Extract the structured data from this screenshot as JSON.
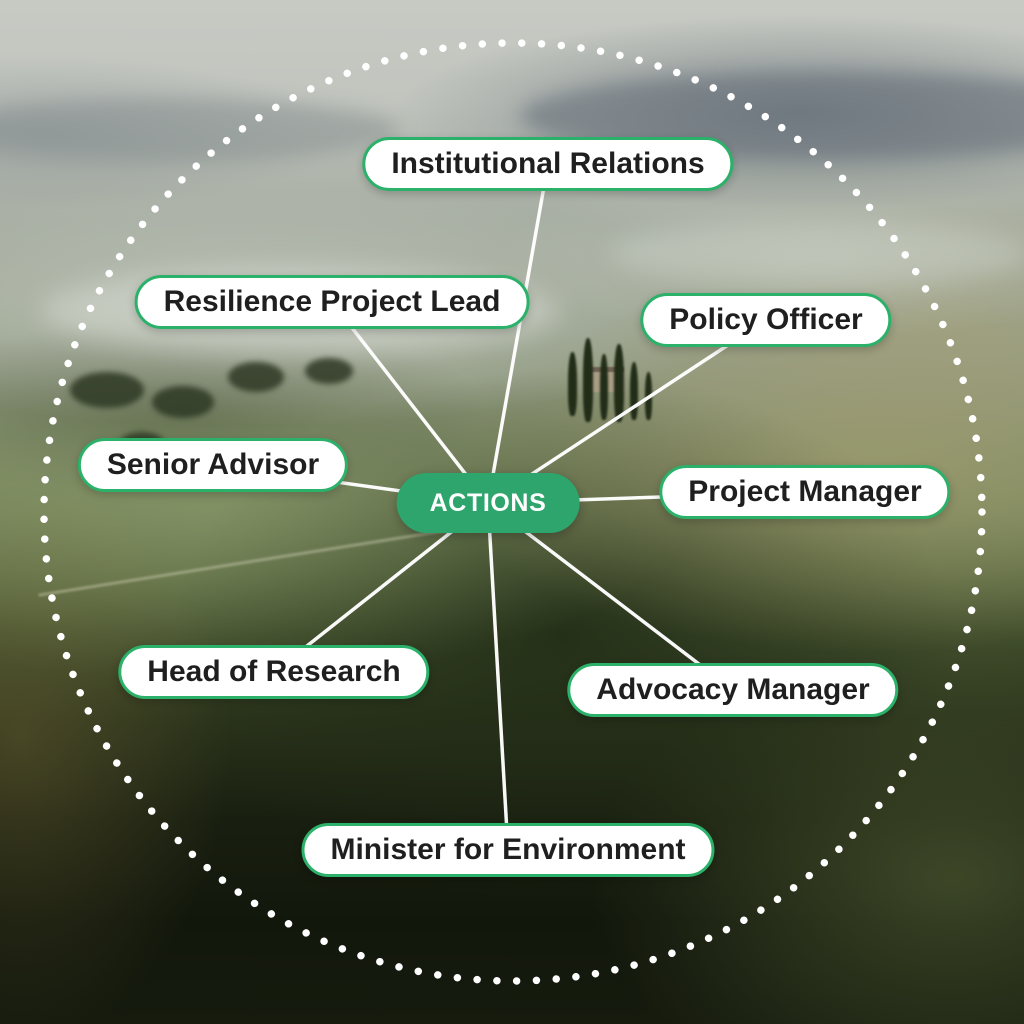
{
  "diagram": {
    "title_context": "ACTIONS stakeholder map over Tuscan hills photo",
    "center_node": {
      "label": "ACTIONS"
    },
    "nodes": [
      {
        "label": "Institutional Relations"
      },
      {
        "label": "Policy Officer"
      },
      {
        "label": "Project Manager"
      },
      {
        "label": "Advocacy Manager"
      },
      {
        "label": "Minister for Environment"
      },
      {
        "label": "Head of Research"
      },
      {
        "label": "Senior Advisor"
      },
      {
        "label": "Resilience Project Lead"
      }
    ]
  },
  "colors": {
    "accent_green": "#2EA56C",
    "pill_border_green": "#2BB169",
    "pill_background": "#FFFFFF",
    "pill_text": "#1E1F1E",
    "connector_and_dots": "#FFFFFF"
  }
}
